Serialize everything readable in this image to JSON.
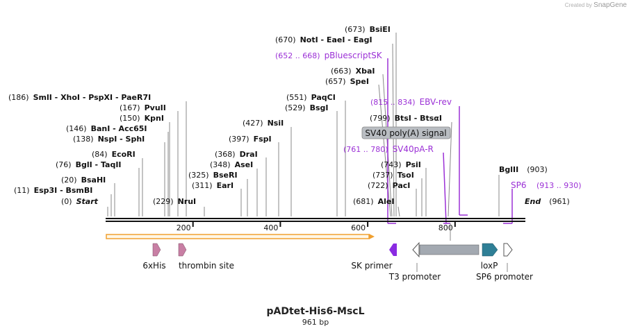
{
  "credit": {
    "prefix": "Created by",
    "brand": "SnapGene"
  },
  "plasmid": {
    "name": "pADtet-His6-MscL",
    "length_label": "961 bp",
    "length": 961
  },
  "axis_ticks": [
    {
      "pos": 200,
      "label": "200"
    },
    {
      "pos": 400,
      "label": "400"
    },
    {
      "pos": 600,
      "label": "600"
    },
    {
      "pos": 800,
      "label": "800"
    }
  ],
  "sites": [
    {
      "pos": "(0)",
      "name": "Start",
      "italic": true
    },
    {
      "pos": "(11)",
      "name": "Esp3I  - BsmBI"
    },
    {
      "pos": "(20)",
      "name": "BsaHI"
    },
    {
      "pos": "(76)",
      "name": "BglI  - TaqII"
    },
    {
      "pos": "(84)",
      "name": "EcoRI"
    },
    {
      "pos": "(138)",
      "name": "NspI  - SphI"
    },
    {
      "pos": "(146)",
      "name": "BanI  - Acc65I"
    },
    {
      "pos": "(150)",
      "name": "KpnI"
    },
    {
      "pos": "(167)",
      "name": "PvuII"
    },
    {
      "pos": "(186)",
      "name": "SmlI  - XhoI  - PspXI  - PaeR7I"
    },
    {
      "pos": "(229)",
      "name": "NruI"
    },
    {
      "pos": "(311)",
      "name": "EarI"
    },
    {
      "pos": "(325)",
      "name": "BseRI"
    },
    {
      "pos": "(348)",
      "name": "AseI"
    },
    {
      "pos": "(368)",
      "name": "DraI"
    },
    {
      "pos": "(397)",
      "name": "FspI"
    },
    {
      "pos": "(427)",
      "name": "NsiI"
    },
    {
      "pos": "(529)",
      "name": "BsgI"
    },
    {
      "pos": "(551)",
      "name": "PaqCI"
    },
    {
      "pos": "(657)",
      "name": "SpeI"
    },
    {
      "pos": "(663)",
      "name": "XbaI"
    },
    {
      "pos": "(670)",
      "name": "NotI  - EaeI  - EagI"
    },
    {
      "pos": "(673)",
      "name": "BsiEI"
    },
    {
      "pos": "(681)",
      "name": "AleI"
    },
    {
      "pos": "(722)",
      "name": "PacI"
    },
    {
      "pos": "(737)",
      "name": "TsoI"
    },
    {
      "pos": "(743)",
      "name": "PsiI"
    },
    {
      "pos": "(799)",
      "name": "BtsI  - BtsαI"
    },
    {
      "pos": "(903)",
      "name": "BglII"
    },
    {
      "pos": "(961)",
      "name": "End",
      "italic": true
    }
  ],
  "primers": [
    {
      "range": "(652 .. 668)",
      "name": "pBluescriptSK"
    },
    {
      "range": "(815 .. 834)",
      "name": "EBV-rev"
    },
    {
      "range": "(761 .. 780)",
      "name": "SV40pA-R"
    },
    {
      "range": "",
      "name": "SP6"
    },
    {
      "range": "(913 .. 930)",
      "name": ""
    }
  ],
  "terminator_label": "SV40 poly(A) signal",
  "features": [
    {
      "name": "6xHis"
    },
    {
      "name": "thrombin site"
    },
    {
      "name": "SK primer"
    },
    {
      "name": "T3 promoter"
    },
    {
      "name": "loxP"
    },
    {
      "name": "SP6 promoter"
    }
  ],
  "colors": {
    "primer": "#9b30d6",
    "orf_arrow": "#f0a030",
    "his_tag": "#c87fa4",
    "sk_primer": "#8a2be2",
    "terminator": "#a3a9b1",
    "loxp": "#2f7f96",
    "backbone": "#111111"
  }
}
